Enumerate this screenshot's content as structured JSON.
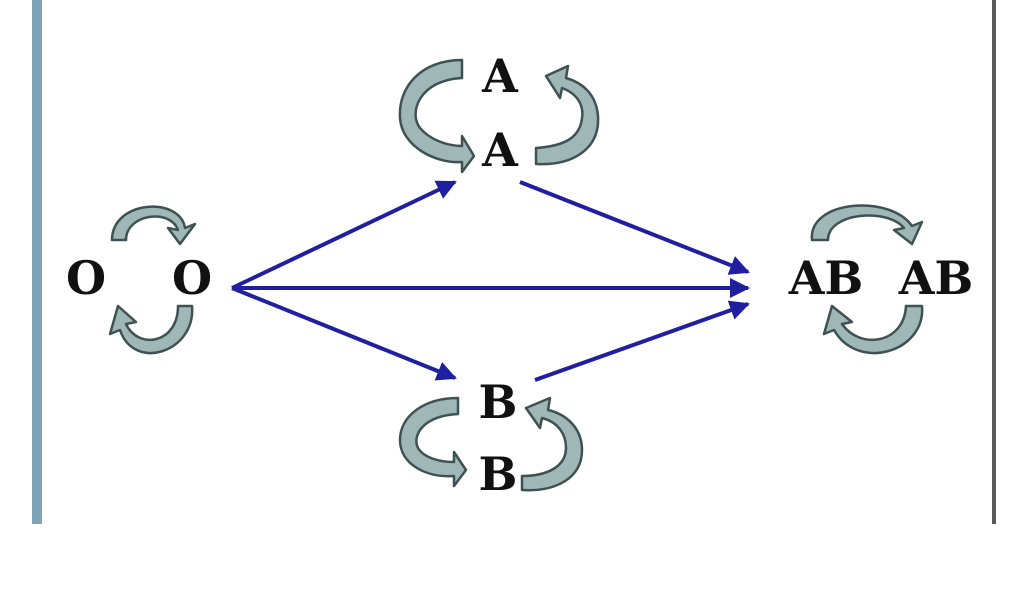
{
  "diagram": {
    "nodes": {
      "o_left": "O",
      "o_right": "O",
      "a_top": "A",
      "a_bottom": "A",
      "b_top": "B",
      "b_bottom": "B",
      "ab_left": "AB",
      "ab_right": "AB"
    },
    "colors": {
      "arrow_blue": "#1f1fa0",
      "cycle_fill": "#9fb7b7",
      "cycle_stroke": "#3f5252",
      "left_border": "#7fa3b8",
      "right_border": "#5a5a5a"
    }
  }
}
